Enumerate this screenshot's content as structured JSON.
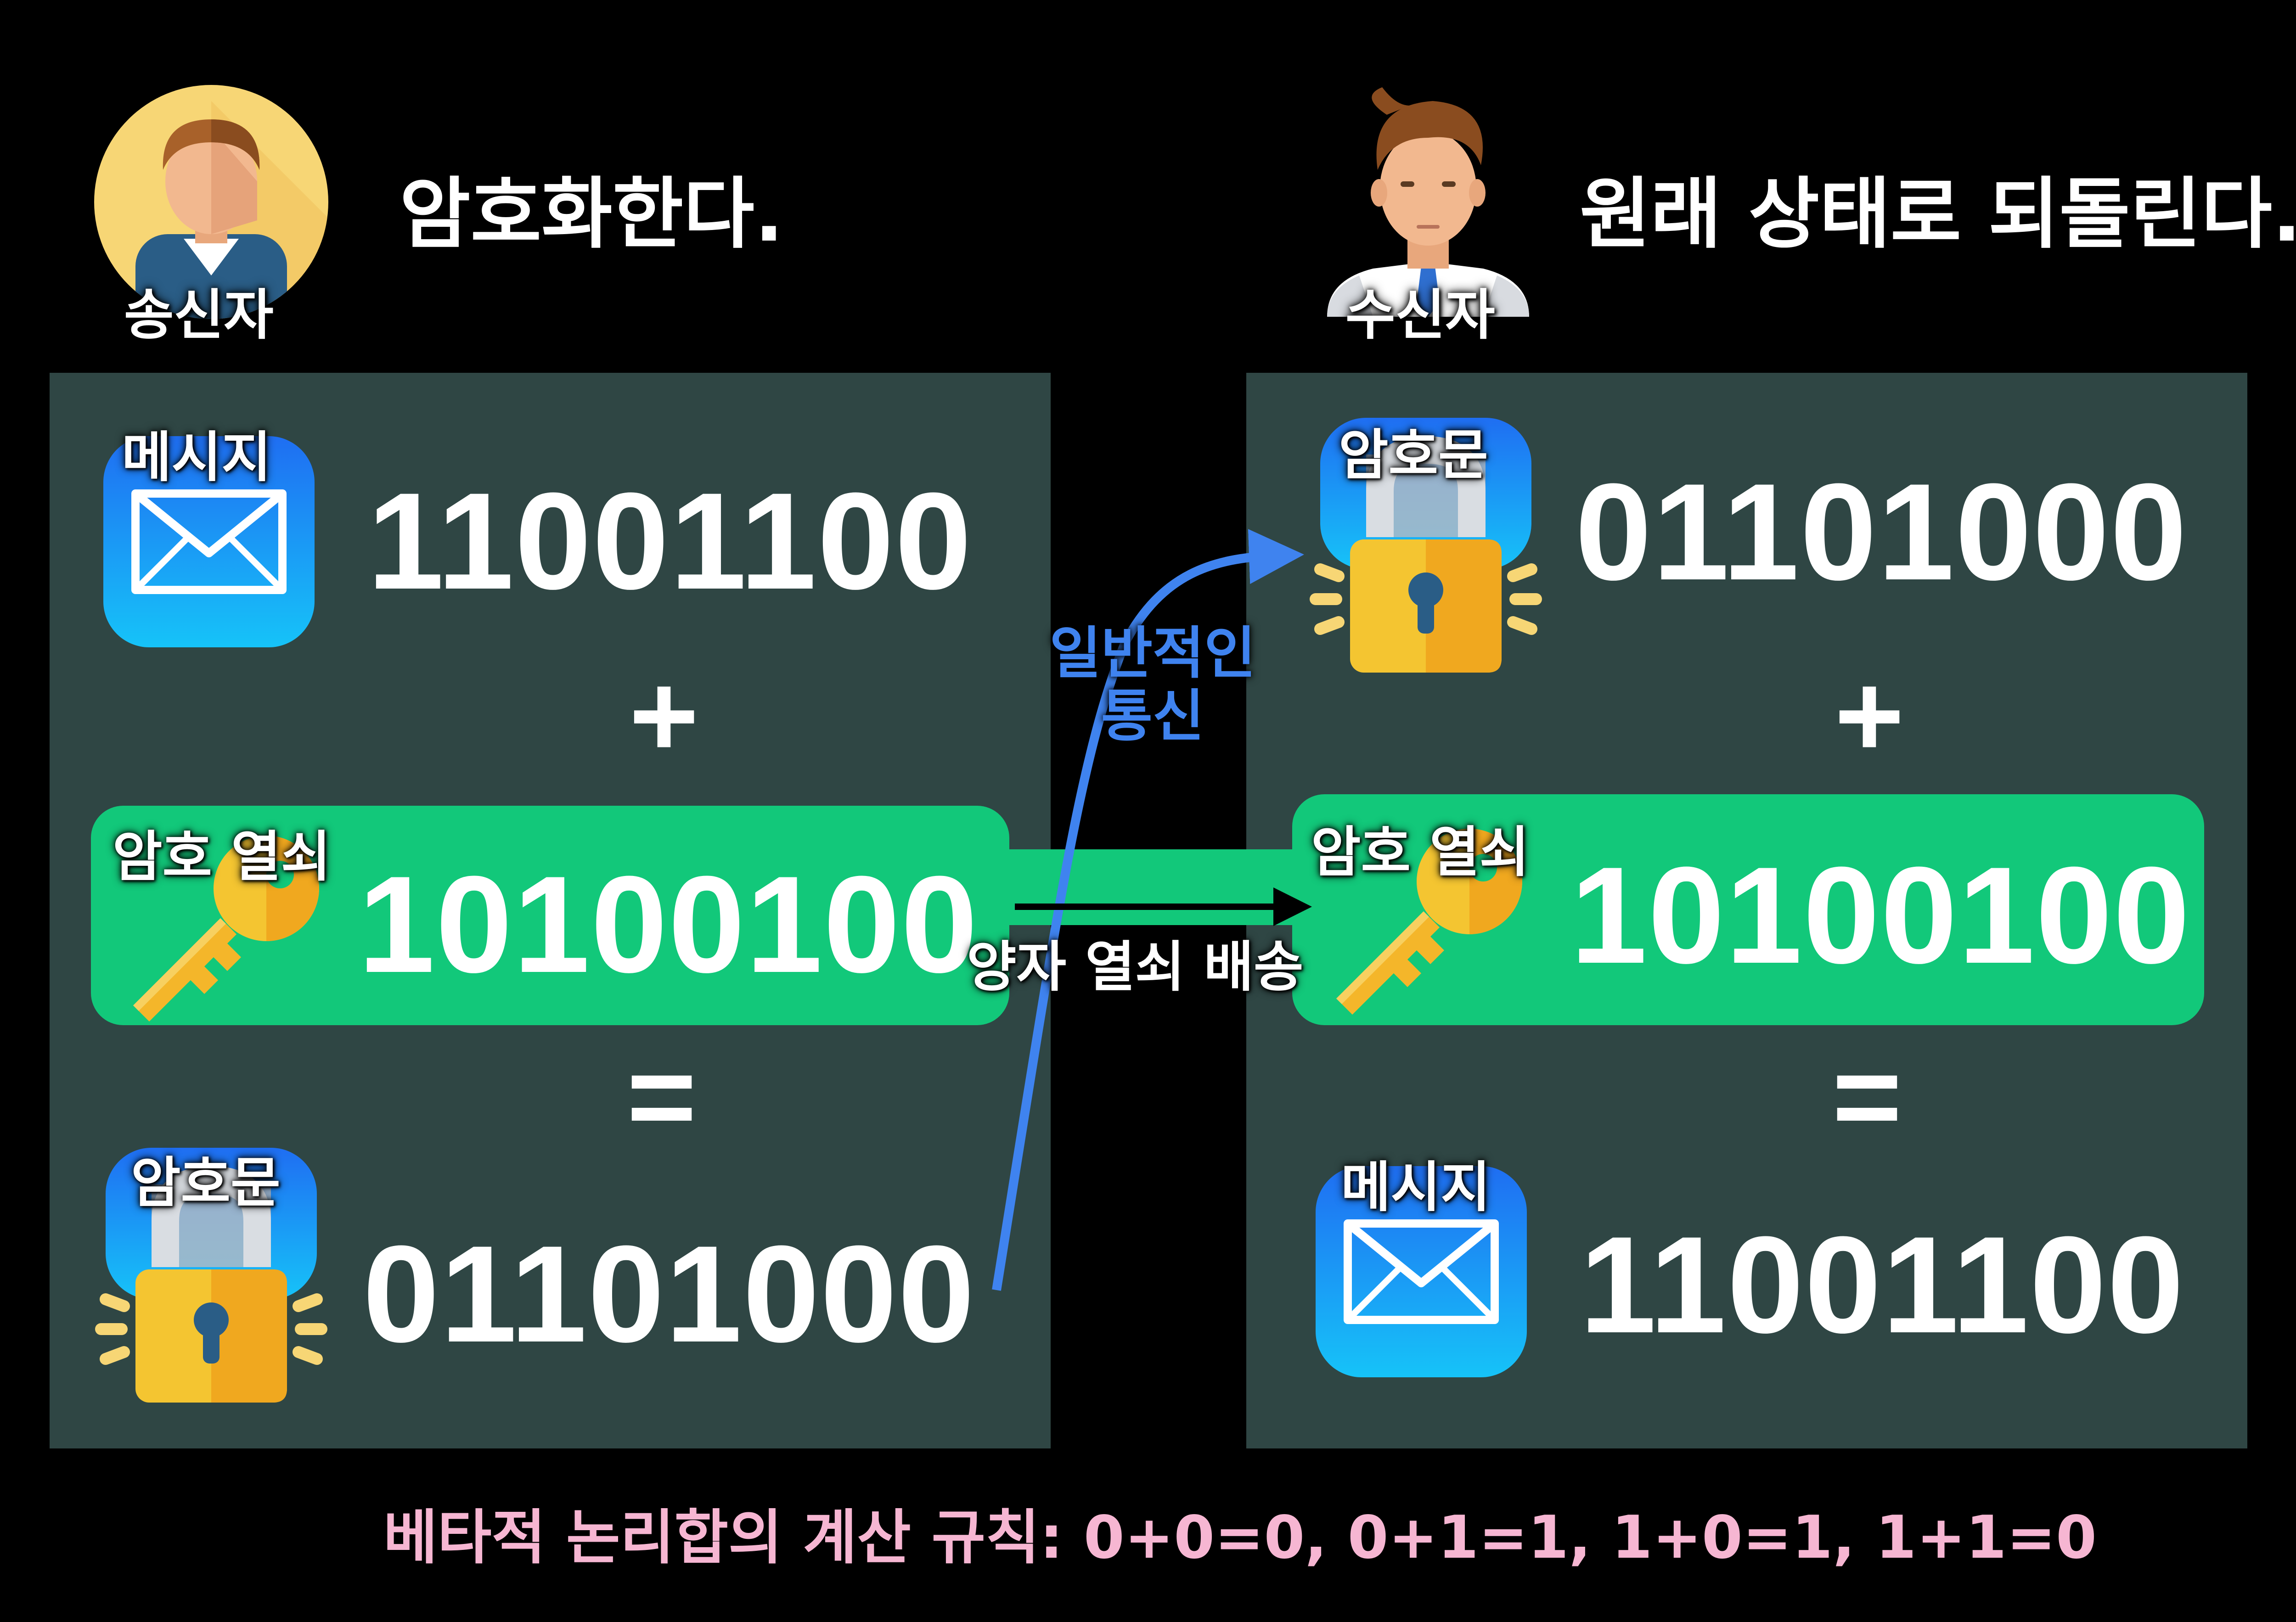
{
  "sender": {
    "role_label": "송신자",
    "title": "암호화한다.",
    "message": {
      "label": "메시지",
      "value": "11001100"
    },
    "op1": "+",
    "key": {
      "label": "암호 열쇠",
      "value": "10100100"
    },
    "op2": "=",
    "cipher": {
      "label": "암호문",
      "value": "01101000"
    }
  },
  "receiver": {
    "role_label": "수신자",
    "title": "원래 상태로 되돌린다.",
    "cipher": {
      "label": "암호문",
      "value": "01101000"
    },
    "op1": "+",
    "key": {
      "label": "암호 열쇠",
      "value": "10100100"
    },
    "op2": "=",
    "message": {
      "label": "메시지",
      "value": "11001100"
    }
  },
  "channel": {
    "normal_line1": "일반적인",
    "normal_line2": "통신",
    "quantum_key": "양자 열쇠 배송"
  },
  "footer": "베타적 논리합의 계산 규칙: 0+0=0, 0+1=1, 1+0=1, 1+1=0",
  "colors": {
    "background": "#000000",
    "panel": "#2f4644",
    "key_bar": "#12c87a",
    "comm_arrow": "#3f83ef",
    "footer_text": "#f6b6d2"
  },
  "icons": [
    "sender-avatar-icon",
    "receiver-avatar-icon",
    "envelope-icon",
    "key-icon",
    "lock-icon",
    "arrow-icon"
  ]
}
